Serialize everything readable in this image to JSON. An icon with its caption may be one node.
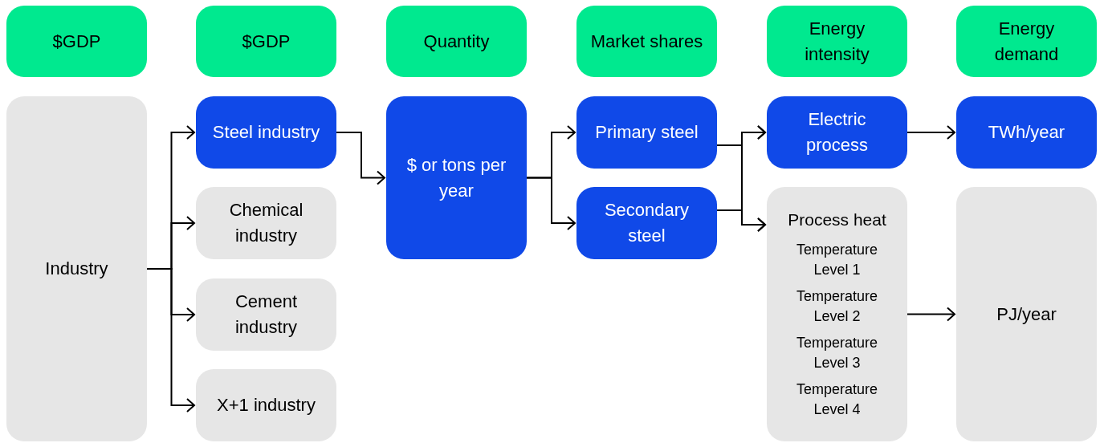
{
  "diagram": {
    "nodes": [
      {
        "text": [
          "$GDP"
        ]
      },
      {
        "text": [
          "$GDP"
        ]
      },
      {
        "text": [
          "Quantity"
        ]
      },
      {
        "text": [
          "Market shares"
        ]
      },
      {
        "text": [
          "Energy intensity"
        ]
      },
      {
        "text": [
          "Energy demand"
        ]
      },
      {
        "text": [
          "Industry"
        ]
      },
      {
        "text": [
          "Steel industry"
        ]
      },
      {
        "text": [
          "Chemical industry"
        ]
      },
      {
        "text": [
          "Cement industry"
        ]
      },
      {
        "text": [
          "X+1 industry"
        ]
      },
      {
        "text": [
          "$ or tons per year"
        ]
      },
      {
        "text": [
          "Primary steel"
        ]
      },
      {
        "text": [
          "Secondary steel"
        ]
      },
      {
        "text": [
          "Electric process"
        ]
      },
      {
        "text": [
          "Process heat",
          "Temperature Level 1",
          "Temperature Level 2",
          "Temperature Level 3",
          "Temperature Level 4"
        ]
      },
      {
        "text": [
          "TWh/year"
        ]
      },
      {
        "text": [
          "PJ/year"
        ]
      }
    ],
    "edges": [
      {
        "from": 6,
        "to": 7,
        "arrow": "to"
      },
      {
        "from": 6,
        "to": 8,
        "arrow": "to"
      },
      {
        "from": 6,
        "to": 9,
        "arrow": "to"
      },
      {
        "from": 6,
        "to": 10,
        "arrow": "to"
      },
      {
        "from": 7,
        "to": 11,
        "arrow": "to"
      },
      {
        "from": 11,
        "to": 12,
        "arrow": "to"
      },
      {
        "from": 11,
        "to": 13,
        "arrow": "to"
      },
      {
        "from": 12,
        "to": 14,
        "arrow": "to"
      },
      {
        "from": 12,
        "to": 15,
        "arrow": "to"
      },
      {
        "from": 13,
        "to": 14,
        "arrow": "to"
      },
      {
        "from": 13,
        "to": 15,
        "arrow": "to"
      },
      {
        "from": 14,
        "to": 16,
        "arrow": "to"
      },
      {
        "from": 15,
        "to": 17,
        "arrow": "to"
      }
    ]
  }
}
